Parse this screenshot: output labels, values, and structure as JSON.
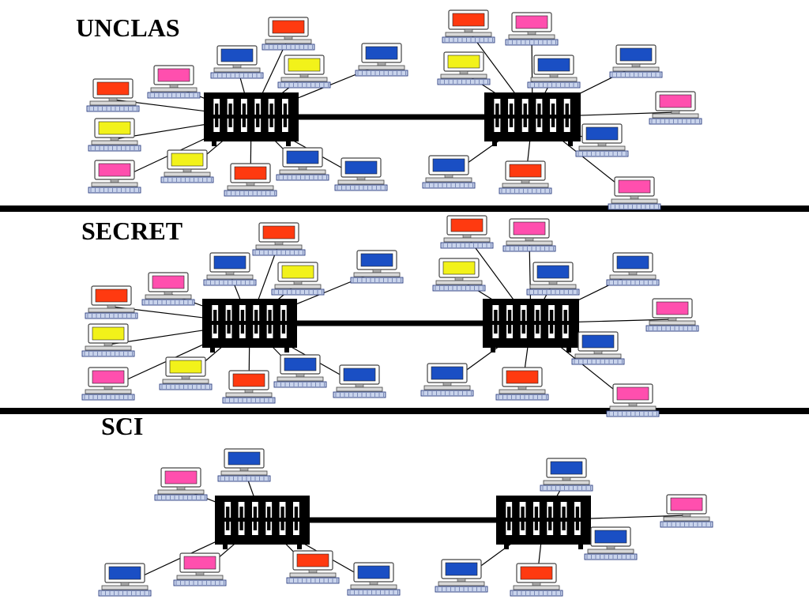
{
  "colors": {
    "red": "#ff3a10",
    "pink": "#ff4fae",
    "yellow": "#f2f21a",
    "blue": "#1a4fc4",
    "divider": "#000000",
    "switch": "#000000"
  },
  "networks": [
    {
      "label": "UNCLAS",
      "hubs": [
        {
          "name": "left-switch",
          "workstation_colors": [
            "red",
            "blue",
            "pink",
            "red",
            "yellow",
            "blue",
            "yellow",
            "pink",
            "yellow",
            "red",
            "blue",
            "blue"
          ]
        },
        {
          "name": "right-switch",
          "workstation_colors": [
            "red",
            "pink",
            "yellow",
            "blue",
            "blue",
            "pink",
            "blue",
            "blue",
            "red",
            "pink"
          ]
        }
      ]
    },
    {
      "label": "SECRET",
      "hubs": [
        {
          "name": "left-switch",
          "workstation_colors": [
            "red",
            "blue",
            "pink",
            "red",
            "yellow",
            "blue",
            "yellow",
            "pink",
            "yellow",
            "red",
            "blue",
            "blue"
          ]
        },
        {
          "name": "right-switch",
          "workstation_colors": [
            "red",
            "pink",
            "yellow",
            "blue",
            "blue",
            "pink",
            "blue",
            "blue",
            "red",
            "pink"
          ]
        }
      ]
    },
    {
      "label": "SCI",
      "hubs": [
        {
          "name": "left-switch",
          "workstation_colors": [
            "blue",
            "pink",
            "blue",
            "pink",
            "red",
            "blue"
          ]
        },
        {
          "name": "right-switch",
          "workstation_colors": [
            "blue",
            "pink",
            "blue",
            "blue",
            "red"
          ]
        }
      ]
    }
  ]
}
